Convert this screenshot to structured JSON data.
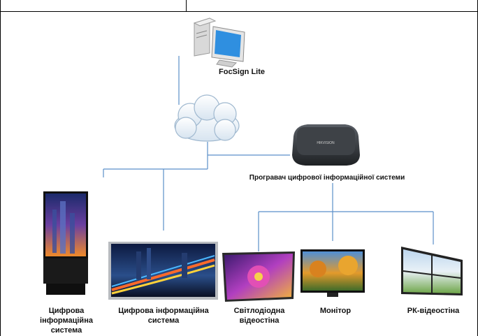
{
  "diagram": {
    "server_label": "FocSign Lite",
    "player_label": "Програвач цифрової інформаційної системи",
    "devices": [
      {
        "label_line1": "Цифрова",
        "label_line2": "інформаційна",
        "label_line3": "система"
      },
      {
        "label_line1": "Цифрова інформаційна",
        "label_line2": "система"
      },
      {
        "label_line1": "Світлодіодна",
        "label_line2": "відеостіна"
      },
      {
        "label_line1": "Монітор"
      },
      {
        "label_line1": "РК-відеостіна"
      }
    ],
    "player_brand": "HIKVISION"
  }
}
